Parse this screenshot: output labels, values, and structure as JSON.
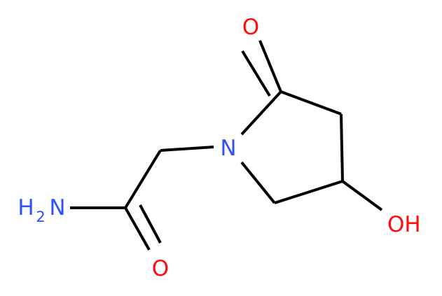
{
  "molecule": {
    "colors": {
      "bond": "#000000",
      "oxygen": "#ff0d0d",
      "nitrogen": "#3050f8"
    },
    "atoms": {
      "ketone_oxygen": "O",
      "ring_nitrogen": "N",
      "hydroxyl": "OH",
      "amide_oxygen": "O",
      "amine_h": "H",
      "amine_sub": "2",
      "amine_n": "N"
    }
  }
}
